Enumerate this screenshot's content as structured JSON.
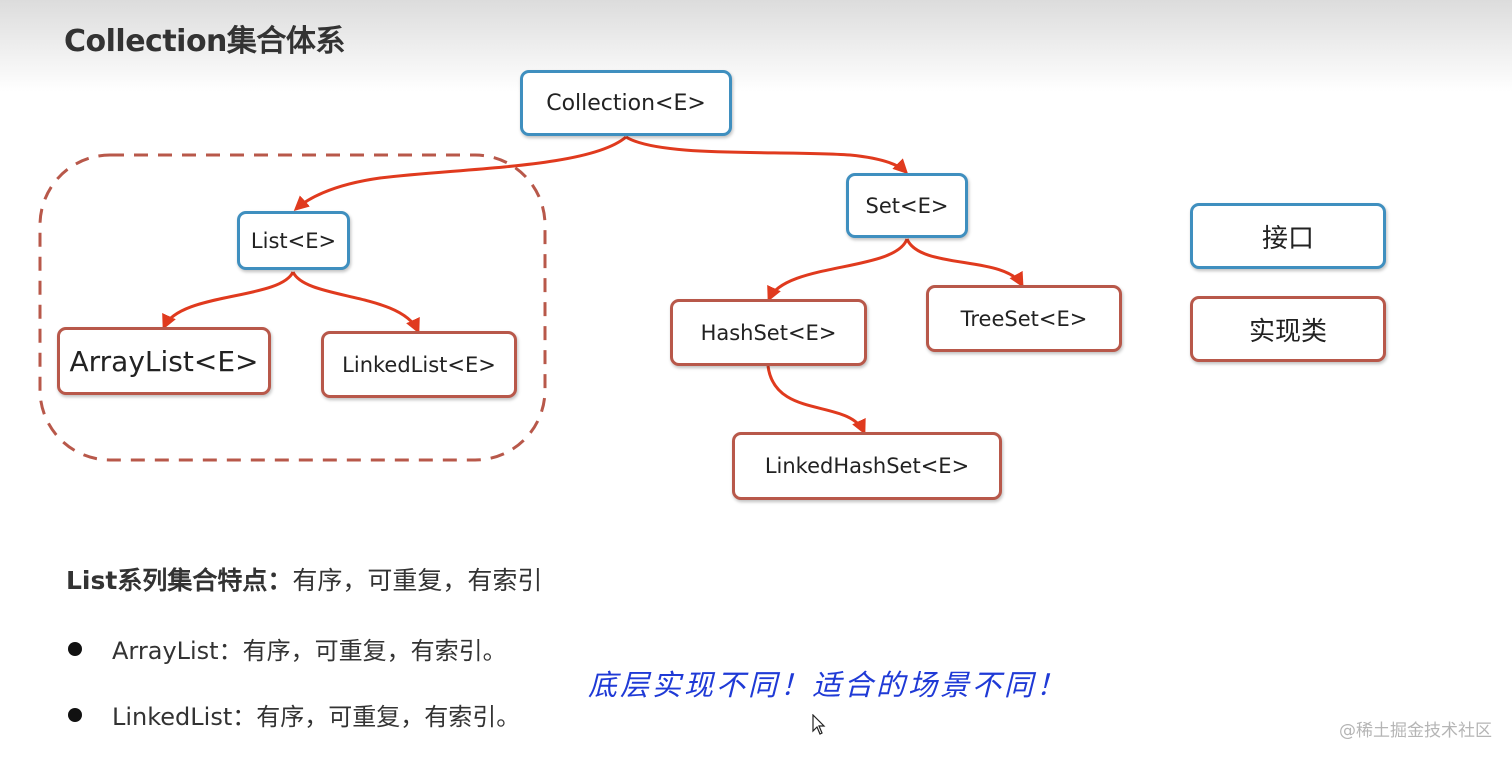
{
  "title": "Collection集合体系",
  "nodes": {
    "collection": "Collection<E>",
    "list": "List<E>",
    "set": "Set<E>",
    "arraylist": "ArrayList<E>",
    "linkedlist": "LinkedList<E>",
    "hashset": "HashSet<E>",
    "treeset": "TreeSet<E>",
    "linkedhashset": "LinkedHashSet<E>"
  },
  "legend": {
    "interface_label": "接口",
    "impl_label": "实现类"
  },
  "colors": {
    "interface_border": "#3f8fbf",
    "impl_border": "#b8584a",
    "arrow": "#e03a1e",
    "group_dash": "#b8584a",
    "note": "#1f3ad6"
  },
  "features": {
    "heading_label": "List系列集合特点：",
    "heading_value": "有序，可重复，有索引",
    "bullets": [
      "ArrayList：有序，可重复，有索引。",
      "LinkedList：有序，可重复，有索引。"
    ]
  },
  "annotation": "底层实现不同！适合的场景不同！",
  "watermark": "@稀土掘金技术社区",
  "icons": {
    "bullet": "bullet-dot-icon",
    "cursor": "mouse-cursor-icon"
  }
}
